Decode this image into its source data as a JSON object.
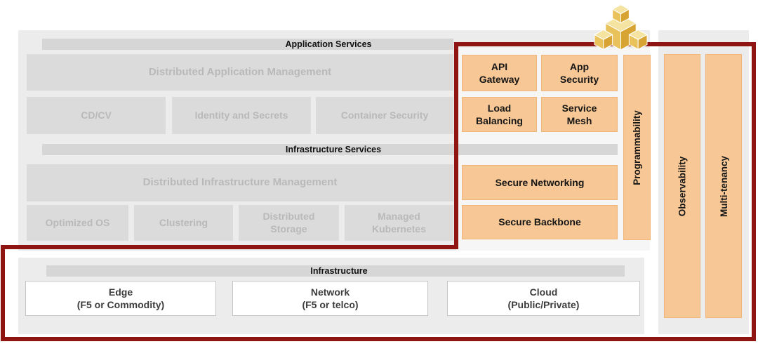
{
  "app_services": {
    "header": "Application Services",
    "management": "Distributed Application Management",
    "cdcv": "CD/CV",
    "identity": "Identity and Secrets",
    "container": "Container Security"
  },
  "infra_services": {
    "header": "Infrastructure Services",
    "management": "Distributed Infrastructure Management",
    "os": "Optimized OS",
    "clustering": "Clustering",
    "storage": "Distributed\nStorage",
    "kubernetes": "Managed\nKubernetes"
  },
  "services": {
    "api_gateway": "API\nGateway",
    "app_security": "App\nSecurity",
    "load_balancing": "Load\nBalancing",
    "service_mesh": "Service\nMesh",
    "secure_networking": "Secure Networking",
    "secure_backbone": "Secure Backbone",
    "programmability": "Programmability"
  },
  "platform": {
    "observability": "Observability",
    "multi_tenancy": "Multi-tenancy"
  },
  "infrastructure": {
    "header": "Infrastructure",
    "edge": "Edge\n(F5 or Commodity)",
    "network": "Network\n(F5 or telco)",
    "cloud": "Cloud\n(Public/Private)"
  },
  "colors": {
    "orange": "#f7c795",
    "red_border": "#8e1511",
    "panel_gray": "#ececec",
    "bar_gray": "#d6d6d6",
    "box_gray": "#dbdbdb",
    "gray_text": "#b9b9b9",
    "cube_top": "#f4e3a1",
    "cube_left": "#eac25c",
    "cube_right": "#d7a434"
  }
}
